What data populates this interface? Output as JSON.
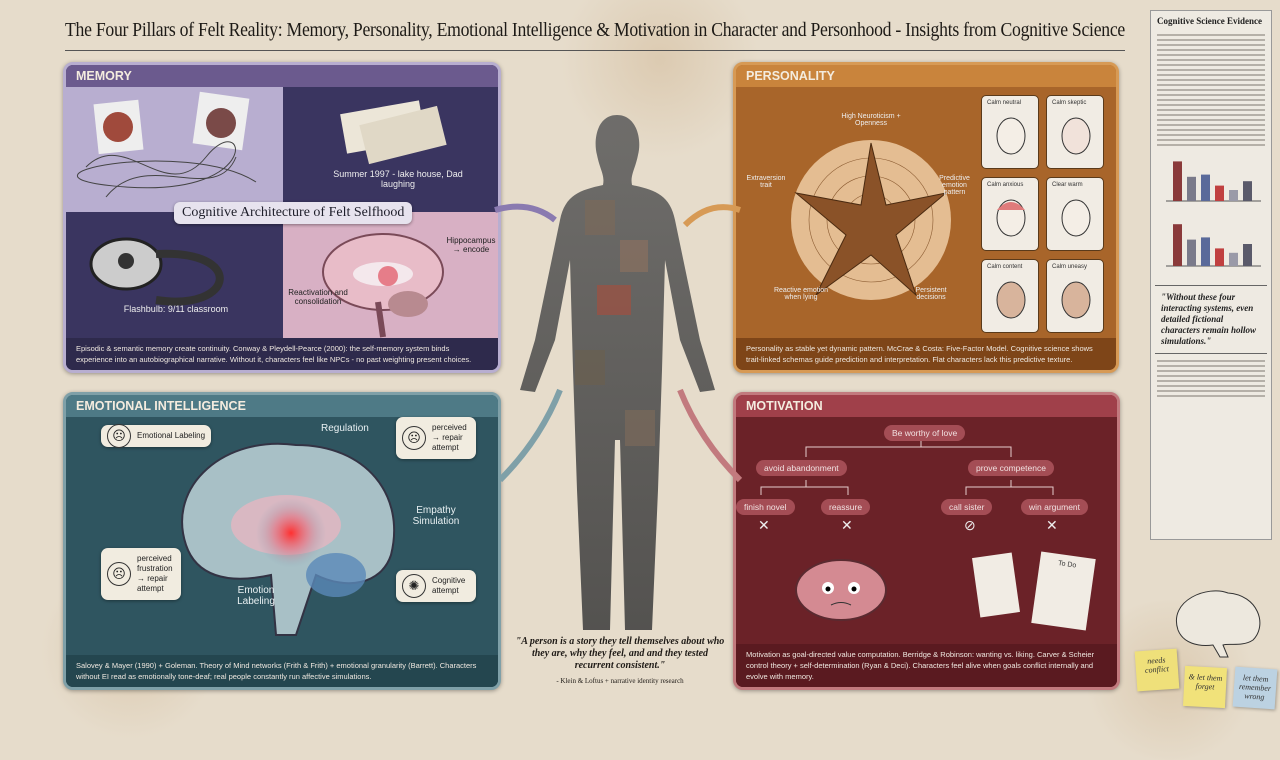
{
  "title": "The Four Pillars of Felt Reality: Memory, Personality, Emotional Intelligence & Motivation in Character and Personhood - Insights from Cognitive Science",
  "memory": {
    "header": "MEMORY",
    "center_label": "Cognitive Architecture of Felt Selfhood",
    "ticket_caption": "Summer 1997 - lake house, Dad laughing",
    "flashbulb_caption": "Flashbulb: 9/11 classroom",
    "hippocampus_label": "Hippocampus → encode",
    "consolidation_label": "Reactivation and consolidation",
    "footer": "Episodic & semantic memory create continuity. Conway & Pleydell-Pearce (2000): the self-memory system binds experience into an autobiographical narrative. Without it, characters feel like NPCs - no past weighting present choices."
  },
  "personality": {
    "header": "PERSONALITY",
    "radar_labels": [
      "High Neuroticism + Openness",
      "Extraversion trait",
      "Predictive emotion pattern",
      "Persistent decisions",
      "Reactive emotion when lying"
    ],
    "face_cards": [
      "Calm neutral",
      "Calm skeptic",
      "Calm anxious",
      "Clear warm",
      "Calm content",
      "Calm uneasy"
    ],
    "footer": "Personality as stable yet dynamic pattern. McCrae & Costa: Five-Factor Model. Cognitive science shows trait-linked schemas guide prediction and interpretation. Flat characters lack this predictive texture."
  },
  "emotional": {
    "header": "EMOTIONAL INTELLIGENCE",
    "bubbles": [
      "Emotional Labeling",
      "perceived → repair attempt",
      "perceived frustration → repair attempt",
      "Cognitive attempt"
    ],
    "brain_labels": [
      "Regulation",
      "Empathy Simulation",
      "Emotion Labeling"
    ],
    "footer": "Salovey & Mayer (1990) + Goleman. Theory of Mind networks (Frith & Frith) + emotional granularity (Barrett). Characters without EI read as emotionally tone-deaf; real people constantly run affective simulations."
  },
  "motivation": {
    "header": "MOTIVATION",
    "root": "Be worthy of love",
    "branches": [
      "avoid abandonment",
      "prove competence"
    ],
    "leaves": [
      "finish novel",
      "reassure",
      "call sister",
      "win argument"
    ],
    "todo_title": "To Do",
    "footer": "Motivation as goal-directed value computation. Berridge & Robinson: wanting vs. liking. Carver & Scheier control theory + self-determination (Ryan & Deci). Characters feel alive when goals conflict internally and evolve with memory."
  },
  "quote": {
    "text": "\"A person is a story they tell themselves about who they are, why they feel, and and they tested recurrent consistent.\"",
    "attribution": "- Klein & Loftus + narrative identity research"
  },
  "sidebar": {
    "title": "Cognitive Science Evidence",
    "quote": "\"Without these four interacting systems, even detailed fictional characters remain hollow simulations.\"",
    "chart1": [
      0.9,
      0.55,
      0.6,
      0.35,
      0.25,
      0.45
    ],
    "chart2": [
      0.95,
      0.6,
      0.65,
      0.4,
      0.3,
      0.5
    ],
    "sticky_notes": [
      "needs conflict",
      "& let them forget",
      "let them remember wrong"
    ]
  },
  "colors": {
    "memory": "#6b5a8e",
    "personality": "#c9843c",
    "emotional": "#4e7a86",
    "motivation": "#a0404a"
  }
}
